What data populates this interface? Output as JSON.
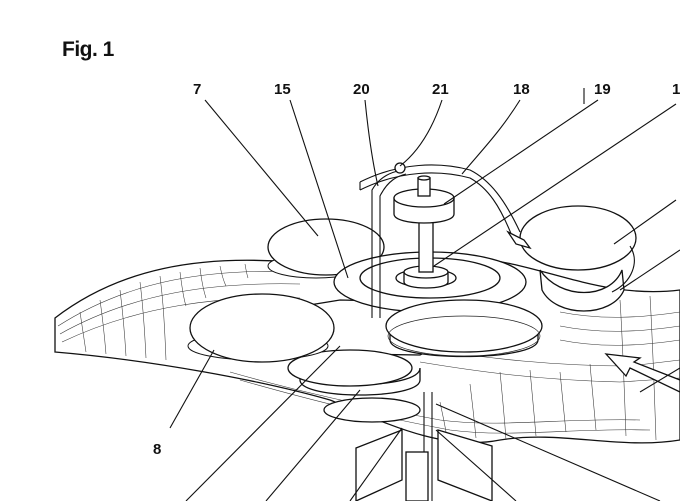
{
  "figure": {
    "title": "Fig. 1"
  },
  "labels": {
    "l7": "7",
    "l15": "15",
    "l20": "20",
    "l21": "21",
    "l18": "18",
    "l19": "19",
    "l1": "1",
    "l8": "8"
  }
}
